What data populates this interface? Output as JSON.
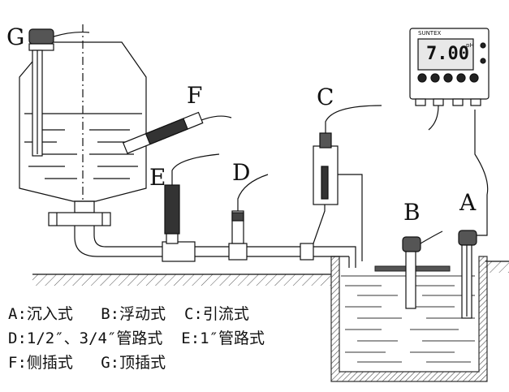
{
  "labels": {
    "a": "A",
    "b": "B",
    "c": "C",
    "d": "D",
    "e": "E",
    "f": "F",
    "g": "G"
  },
  "meter": {
    "reading": "7.00",
    "unit": "pH",
    "brand": "SUNTEX"
  },
  "legend": {
    "line1": "A:沉入式   B:浮动式  C:引流式",
    "line2": "D:1/2″、3/4″管路式  E:1″管路式",
    "line3": "F:侧插式   G:顶插式"
  }
}
